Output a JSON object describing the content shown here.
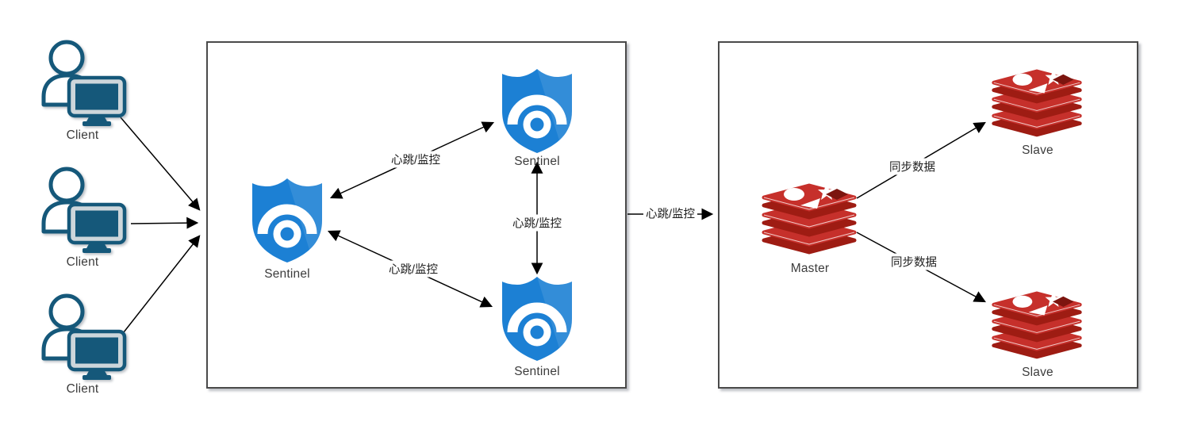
{
  "nodes": {
    "clients": [
      {
        "label": "Client"
      },
      {
        "label": "Client"
      },
      {
        "label": "Client"
      }
    ],
    "sentinels": {
      "left": {
        "label": "Sentinel"
      },
      "top": {
        "label": "Sentinel"
      },
      "bottom": {
        "label": "Sentinel"
      }
    },
    "master": {
      "label": "Master"
    },
    "slaves": {
      "top": {
        "label": "Slave"
      },
      "bottom": {
        "label": "Slave"
      }
    }
  },
  "edges": {
    "sentinel_left_top": {
      "label": "心跳/监控"
    },
    "sentinel_left_bottom": {
      "label": "心跳/监控"
    },
    "sentinel_top_bottom": {
      "label": "心跳/监控"
    },
    "sentinels_to_master": {
      "label": "心跳/监控"
    },
    "master_to_slave_top": {
      "label": "同步数据"
    },
    "master_to_slave_bottom": {
      "label": "同步数据"
    }
  },
  "colors": {
    "sentinel_blue": "#1c80d4",
    "redis_red": "#c6302b",
    "redis_dark_red": "#9e1c13",
    "redis_hole_red": "#7c150f",
    "client_teal": "#15587a",
    "connector": "#000000",
    "box_border": "#4a4a4a",
    "label_text": "#3c3c3c"
  }
}
